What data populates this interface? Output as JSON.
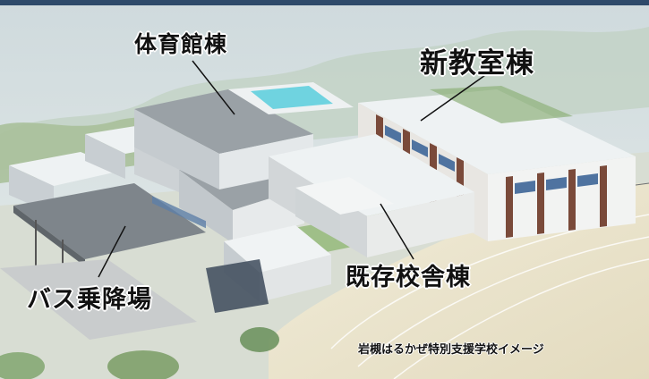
{
  "labels": {
    "gym": "体育館棟",
    "new_classroom": "新教室棟",
    "existing": "既存校舎棟",
    "bus": "バス乗降場"
  },
  "caption": "岩槻はるかぜ特別支援学校イメージ",
  "colors": {
    "sky": "#dfe8ea",
    "roof_light": "#eef2f3",
    "roof_gray": "#8a9096",
    "brick": "#7a4a3a",
    "pool": "#6fd3e0",
    "field": "#ece6cf",
    "greenery": "#8fb07a"
  }
}
